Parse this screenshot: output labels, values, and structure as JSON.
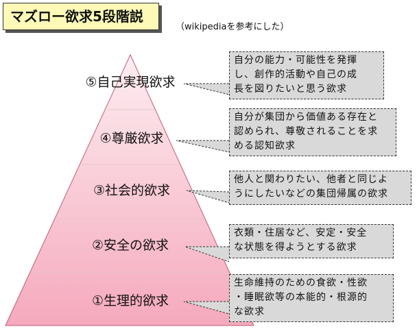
{
  "title": "マズロー欲求5段階説",
  "source_note": "（wikipediaを参考にした）",
  "colors": {
    "title_bg": "#fdfab7",
    "level_fill_top": "#fdeef1",
    "level_fill_bottom": "#f5a9bd",
    "callout_bg": "#d9d9d9"
  },
  "levels": [
    {
      "label": "⑤自己実現欲求",
      "description": [
        "自分の能力・可能性を発揮",
        "し、創作的活動や自己の成",
        "長を図りたいと思う欲求"
      ]
    },
    {
      "label": "④尊厳欲求",
      "description": [
        "自分が集団から価値ある存在と",
        "認められ、尊敬されることを求",
        "める認知欲求"
      ]
    },
    {
      "label": "③社会的欲求",
      "description": [
        "他人と関わりたい、他者と同じよ",
        "うにしたいなどの集団帰属の欲求"
      ]
    },
    {
      "label": "②安全の欲求",
      "description": [
        "衣類・住居など、安定・安全",
        "な状態を得ようとする欲求"
      ]
    },
    {
      "label": "①生理的欲求",
      "description": [
        "生命維持のための食欲・性欲",
        "・睡眠欲等の本能的・根源的",
        "な欲求"
      ]
    }
  ]
}
